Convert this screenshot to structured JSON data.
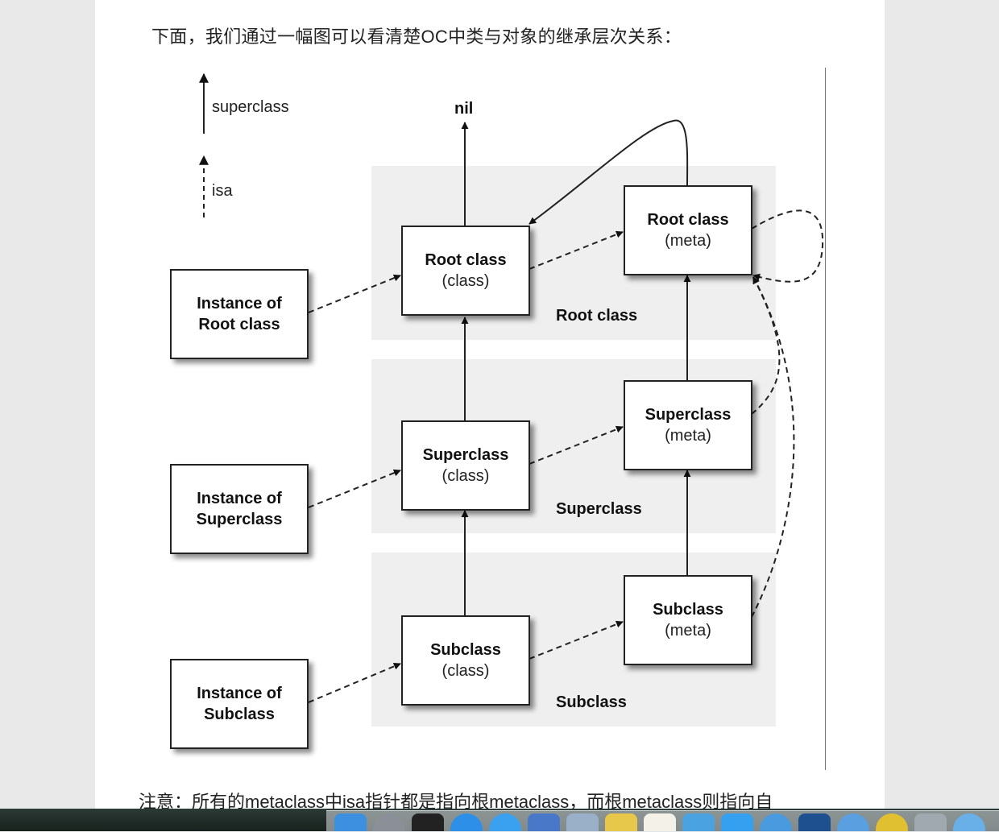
{
  "article": {
    "intro": "下面，我们通过一幅图可以看清楚OC中类与对象的继承层次关系：",
    "note": "注意：所有的metaclass中isa指针都是指向根metaclass，而根metaclass则指向自"
  },
  "diagram": {
    "legend": {
      "superclass": "superclass",
      "isa": "isa"
    },
    "nil": "nil",
    "instances": {
      "root": {
        "line1": "Instance of",
        "line2": "Root class"
      },
      "super": {
        "line1": "Instance of",
        "line2": "Superclass"
      },
      "sub": {
        "line1": "Instance of",
        "line2": "Subclass"
      }
    },
    "classes": {
      "root": {
        "name": "Root class",
        "kind": "(class)"
      },
      "super": {
        "name": "Superclass",
        "kind": "(class)"
      },
      "sub": {
        "name": "Subclass",
        "kind": "(class)"
      }
    },
    "metas": {
      "root": {
        "name": "Root class",
        "kind": "(meta)"
      },
      "super": {
        "name": "Superclass",
        "kind": "(meta)"
      },
      "sub": {
        "name": "Subclass",
        "kind": "(meta)"
      }
    },
    "groups": {
      "root": "Root class",
      "super": "Superclass",
      "sub": "Subclass"
    }
  },
  "dock": {
    "icons": [
      "finder-icon",
      "launchpad-icon",
      "qq-icon",
      "app-icon",
      "safari-icon",
      "preview-icon",
      "files-icon",
      "notes-icon",
      "notepad-icon",
      "xcode-icon",
      "app-store-icon",
      "app-icon",
      "sourcetree-icon",
      "app-icon",
      "chart-icon",
      "photo-icon",
      "app-icon"
    ],
    "colors": [
      "#3d8fe0",
      "#8a8f98",
      "#222222",
      "#2d8fe8",
      "#3aa0f0",
      "#4a78c8",
      "#9ab0c8",
      "#e8c84a",
      "#f4f1e8",
      "#4aa3e0",
      "#35a0f0",
      "#4a9ae0",
      "#1e4f8f",
      "#5aa0e0",
      "#e0c030",
      "#a0a8b0",
      "#6ab0e8"
    ]
  }
}
